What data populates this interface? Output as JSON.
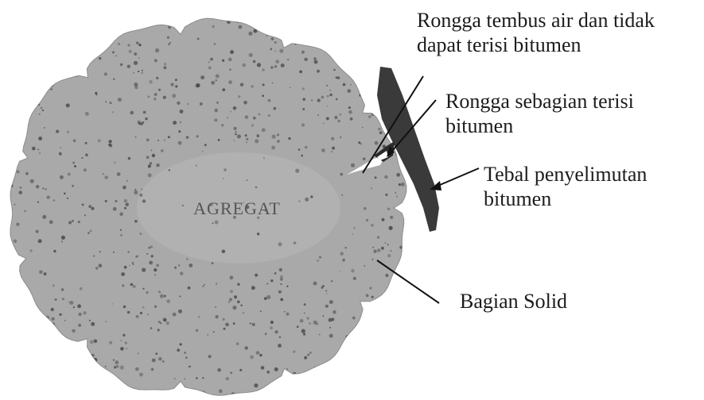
{
  "diagram": {
    "center_label": "AGREGAT",
    "annotations": {
      "void_not_filled": {
        "line1": "Rongga tembus air dan tidak",
        "line2": "dapat terisi bitumen"
      },
      "void_partially_filled": {
        "line1": "Rongga sebagian terisi",
        "line2": "bitumen"
      },
      "coating_thickness": {
        "line1": "Tebal penyelimutan",
        "line2": "bitumen"
      },
      "solid_part": {
        "line1": "Bagian Solid"
      }
    }
  },
  "colors": {
    "aggregate_fill": "#a9a9a9",
    "aggregate_core": "#b8b8b8",
    "bitumen": "#3a3a3a",
    "speckle": "#444444",
    "line": "#111111"
  }
}
